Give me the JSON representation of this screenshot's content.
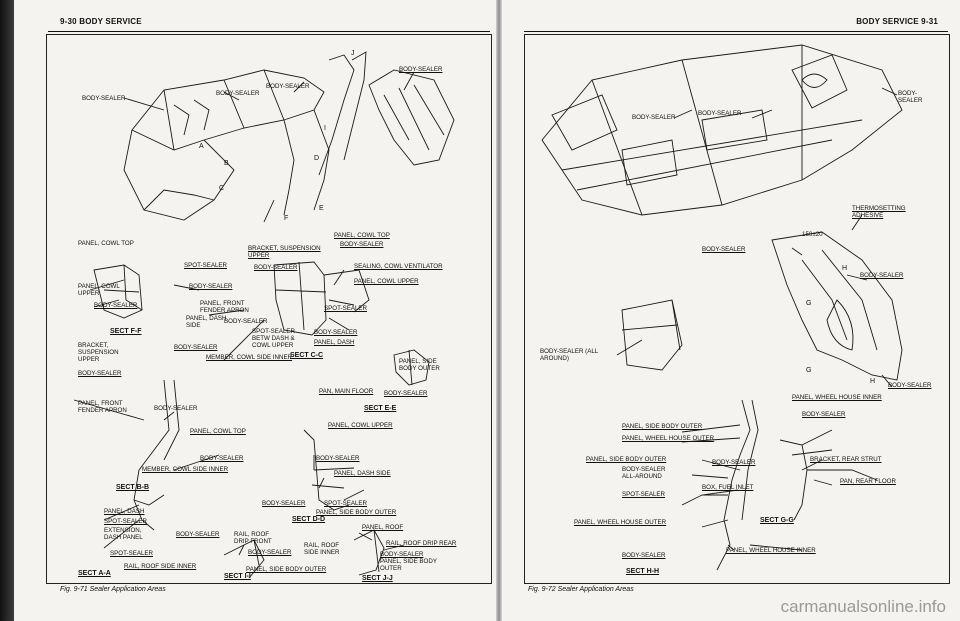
{
  "header": {
    "left": "9-30 BODY SERVICE",
    "right": "BODY SERVICE 9-31"
  },
  "captions": {
    "left": "Fig. 9-71 Sealer Application Areas",
    "right": "Fig. 9-72 Sealer Application Areas"
  },
  "watermark": "carmanualsonline.info",
  "left_labels": {
    "bs1": "BODY-SEALER",
    "bs2": "BODY-SEALER",
    "bs3": "BODY-SEALER",
    "bs4": "BODY-SEALER",
    "panel_cowl_top": "PANEL, COWL TOP",
    "panel_cowl_upper": "PANEL, COWL UPPER",
    "bs5": "BODY-SEALER",
    "spot1": "SPOT-SEALER",
    "bs6": "BODY-SEALER",
    "panel_front_fender_apron": "PANEL, FRONT FENDER APRON",
    "panel_dash_side": "PANEL, DASH SIDE",
    "bs7": "BODY-SEALER",
    "bracket_susp_upper": "BRACKET, SUSPENSION UPPER",
    "bs8": "BODY-SEALER",
    "panel_cowl_top2": "PANEL, COWL TOP",
    "bs9": "BODY-SEALER",
    "sealing_cowl_vent": "SEALING, COWL VENTILATOR",
    "panel_cowl_upper2": "PANEL, COWL UPPER",
    "spot2": "SPOT-SEALER",
    "spot3": "SPOT-SEALER BETW DASH & COWL UPPER",
    "bs10": "BODY-SEALER",
    "panel_dash": "PANEL, DASH",
    "bracket_susp_upper2": "BRACKET, SUSPENSION UPPER",
    "bs11": "BODY-SEALER",
    "member_cowl_side": "MEMBER, COWL SIDE INNER",
    "bs12": "BODY-SEALER",
    "panel_side_body_outer": "PANEL, SIDE BODY OUTER",
    "pan_main_floor": "PAN, MAIN FLOOR",
    "bs13": "BODY-SEALER",
    "panel_front_fender_apron2": "PANEL, FRONT FENDER APRON",
    "bs14": "BODY-SEALER",
    "panel_cowl_top3": "PANEL, COWL TOP",
    "panel_cowl_upper3": "PANEL, COWL UPPER",
    "bs15": "BODY-SEALER",
    "member_cowl_side2": "MEMBER, COWL SIDE INNER",
    "bs16": "BODY-SEALER",
    "panel_dash_side2": "PANEL, DASH SIDE",
    "panel_dash2": "PANEL, DASH",
    "spot4": "SPOT-SEALER",
    "extension_dash": "EXTENSION, DASH PANEL",
    "spot5": "SPOT-SEALER",
    "bs17": "BODY-SEALER",
    "spot6": "SPOT-SEALER",
    "panel_side_body_outer2": "PANEL, SIDE BODY OUTER",
    "panel_roof": "PANEL, ROOF",
    "bs18": "BODY-SEALER",
    "rail_roof_drip_front": "RAIL, ROOF DRIP FRONT",
    "rail_roof_side_inner": "RAIL, ROOF SIDE INNER",
    "rail_roof_drip_rear": "RAIL, ROOF DRIP REAR",
    "bs19": "BODY-SEALER",
    "bs20": "BODY-SEALER",
    "panel_side_body_outer3": "PANEL, SIDE BODY OUTER",
    "rail_roof_side_inner2": "RAIL, ROOF SIDE INNER",
    "panel_side_body_outer4": "PANEL, SIDE BODY OUTER"
  },
  "left_sections": {
    "ff": "SECT F-F",
    "cc": "SECT C-C",
    "ee": "SECT E-E",
    "bb": "SECT B-B",
    "dd": "SECT D-D",
    "aa": "SECT A-A",
    "ii": "SECT I-I",
    "jj": "SECT J-J"
  },
  "right_labels": {
    "bs1": "BODY-SEALER",
    "bs2": "BODY-SEALER",
    "bs3": "BODY- SEALER",
    "thermo": "THERMOSETTING ADHESIVE",
    "dim": "150±20",
    "bs4": "BODY-SEALER",
    "bs5": "BODY-SEALER",
    "bs_all_around": "BODY-SEALER (ALL AROUND)",
    "bs6": "BODY-SEALER",
    "panel_wheel_house_inner": "PANEL, WHEEL HOUSE INNER",
    "bs7": "BODY-SEALER",
    "panel_side_body_outer": "PANEL, SIDE BODY OUTER",
    "panel_wheel_house_outer": "PANEL, WHEEL HOUSE OUTER",
    "panel_side_body_outer2": "PANEL, SIDE BODY OUTER",
    "bs8": "BODY-SEALER",
    "bracket_rear_strut": "BRACKET, REAR STRUT",
    "bs_all_around2": "BODY-SEALER ALL-AROUND",
    "box_fuel_inlet": "BOX, FUEL INLET",
    "pan_rear_floor": "PAN, REAR FLOOR",
    "spot1": "SPOT-SEALER",
    "panel_wheel_house_outer2": "PANEL, WHEEL HOUSE OUTER",
    "bs9": "BODY-SEALER",
    "panel_wheel_house_inner2": "PANEL, WHEEL HOUSE INNER"
  },
  "right_sections": {
    "gg": "SECT G-G",
    "hh": "SECT H-H"
  },
  "letters": {
    "a": "A",
    "b": "B",
    "c": "C",
    "d": "D",
    "e": "E",
    "f": "F",
    "g": "G",
    "h": "H",
    "i": "I",
    "j": "J"
  }
}
